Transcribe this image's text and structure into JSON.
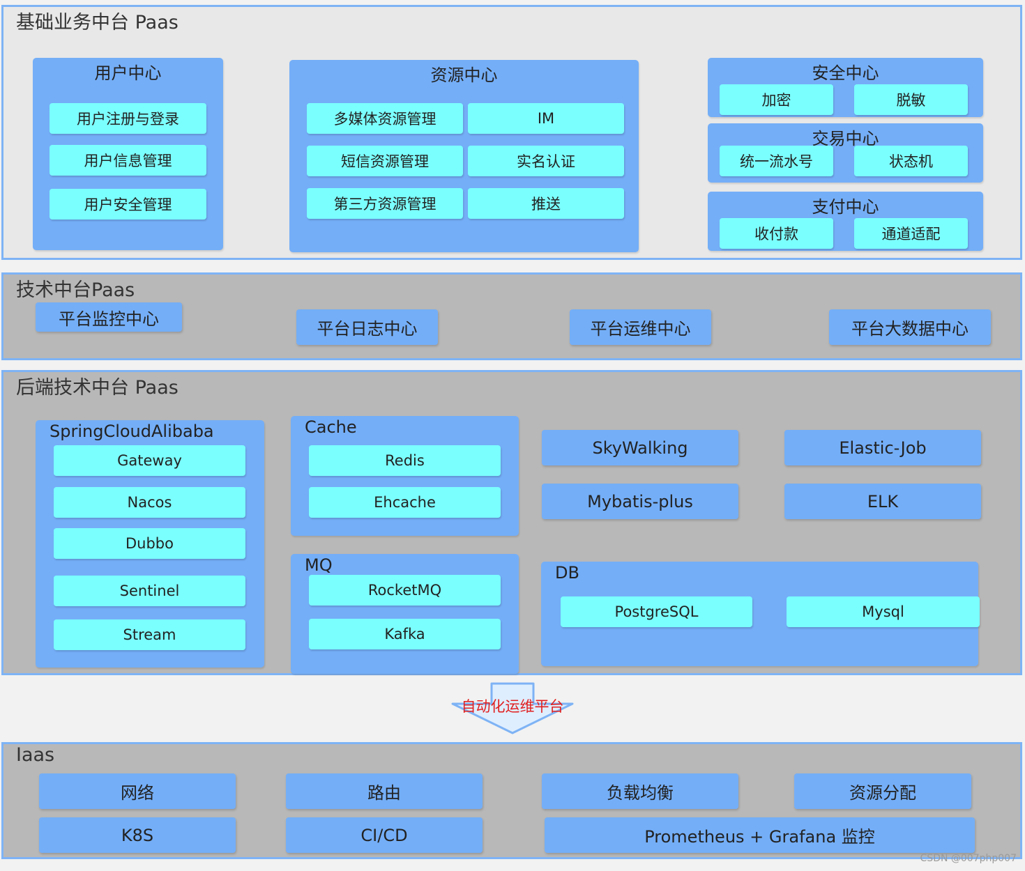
{
  "business_paas": {
    "title": "基础业务中台 Paas",
    "user_center": {
      "title": "用户中心",
      "items": [
        "用户注册与登录",
        "用户信息管理",
        "用户安全管理"
      ]
    },
    "resource_center": {
      "title": "资源中心",
      "items": [
        "多媒体资源管理",
        "IM",
        "短信资源管理",
        "实名认证",
        "第三方资源管理",
        "推送"
      ]
    },
    "security_center": {
      "title": "安全中心",
      "items": [
        "加密",
        "脱敏"
      ]
    },
    "trade_center": {
      "title": "交易中心",
      "items": [
        "统一流水号",
        "状态机"
      ]
    },
    "payment_center": {
      "title": "支付中心",
      "items": [
        "收付款",
        "通道适配"
      ]
    }
  },
  "tech_paas": {
    "title": "技术中台Paas",
    "items": [
      "平台监控中心",
      "平台日志中心",
      "平台运维中心",
      "平台大数据中心"
    ]
  },
  "backend_paas": {
    "title": "后端技术中台 Paas",
    "spring_cloud": {
      "title": "SpringCloudAlibaba",
      "items": [
        "Gateway",
        "Nacos",
        "Dubbo",
        "Sentinel",
        "Stream"
      ]
    },
    "cache": {
      "title": "Cache",
      "items": [
        "Redis",
        "Ehcache"
      ]
    },
    "mq": {
      "title": "MQ",
      "items": [
        "RocketMQ",
        "Kafka"
      ]
    },
    "tools": [
      "SkyWalking",
      "Elastic-Job",
      "Mybatis-plus",
      "ELK"
    ],
    "db": {
      "title": "DB",
      "items": [
        "PostgreSQL",
        "Mysql"
      ]
    }
  },
  "arrow": {
    "label": "自动化运维平台"
  },
  "iaas": {
    "title": "Iaas",
    "items": [
      "网络",
      "路由",
      "负载均衡",
      "资源分配",
      "K8S",
      "CI/CD",
      "Prometheus + Grafana 监控"
    ]
  },
  "watermark": "CSDN @007php007",
  "colors": {
    "layer_border": "#7eb3f5",
    "group_blue": "#74aef7",
    "item_cyan": "#7bfffe",
    "layer_gray": "#b8b8b8",
    "layer_light": "#e8e8e8",
    "arrow_text": "#e02020"
  }
}
